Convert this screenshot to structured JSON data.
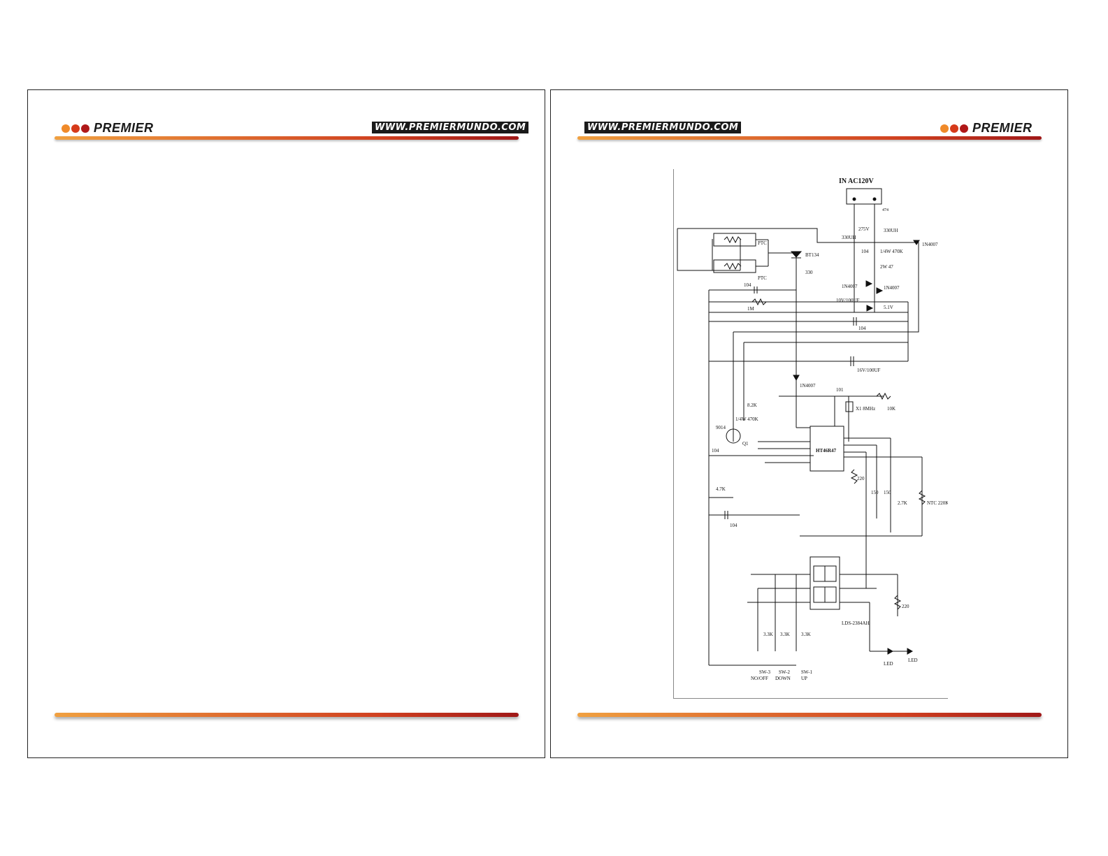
{
  "brand": {
    "logo_word": "PREMIER",
    "logo_dot_colors": [
      "#f08a2a",
      "#d63a1a",
      "#b01818"
    ],
    "url": "WWW.PREMIERMUNDO.COM",
    "rule_colors": [
      "#f0a040",
      "#d04020",
      "#a01818"
    ]
  },
  "schematic": {
    "title": "IN AC120V",
    "labels": {
      "ptc1": "PTC",
      "ptc2": "PTC",
      "bt134": "BT134",
      "r330": "330",
      "c104a": "104",
      "r1m": "1M",
      "c104b": "104",
      "ind1": "330UH",
      "ind2": "330UH",
      "c474": "474",
      "cap275": "275V",
      "c104c": "104",
      "r470k": "1/4W 470K",
      "r47": "2W 47",
      "d1n4007a": "1N4007",
      "d1n4007b": "1N4007",
      "d1n4007c": "1N4007",
      "d1n4007d": "1N4007",
      "cap10v": "10V/100UF",
      "zener": "5.1V",
      "cap16v": "16V/100UF",
      "c101": "101",
      "crystal": "X1 8MHz",
      "r10k": "10K",
      "r82k": "8.2K",
      "r470k2": "1/4W 470K",
      "q1": "Q1",
      "t9014": "9014",
      "ic": "HT46R47",
      "c104e": "104",
      "r47k": "4.7K",
      "c104f": "104",
      "r220a": "220",
      "r150a": "150",
      "r150b": "150",
      "r27k": "2.7K",
      "ntc": "NTC 220K",
      "display": "LDS-2384AH",
      "r220b": "220",
      "r33ka": "3.3K",
      "r33kb": "3.3K",
      "r33kc": "3.3K",
      "sw1": "SW-1",
      "sw1_name": "UP",
      "sw2": "SW-2",
      "sw2_name": "DOWN",
      "sw3": "SW-3",
      "sw3_name": "NO/OFF",
      "led1": "LED",
      "led2": "LED"
    }
  }
}
